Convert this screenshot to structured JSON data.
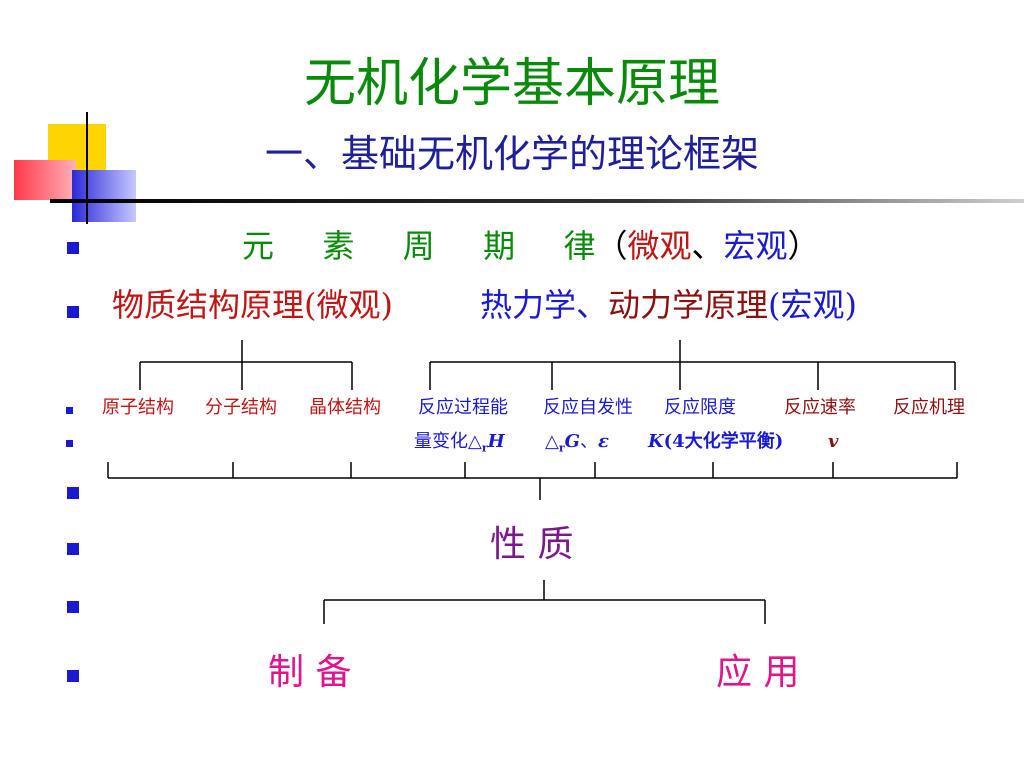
{
  "title": "无机化学基本原理",
  "subtitle": "一、基础无机化学的理论框架",
  "line1": {
    "chars": [
      "元",
      "素",
      "周",
      "期",
      "律"
    ],
    "paren_open": "（",
    "micro": "微观",
    "sep": "、",
    "macro": "宏观",
    "paren_close": "）"
  },
  "line2": {
    "left": "物质结构原理(微观)",
    "thermo": "热力学、",
    "kinetics": "动力学原理",
    "macro": "(宏观)"
  },
  "categories": {
    "c1": "原子结构",
    "c2": "分子结构",
    "c3": "晶体结构",
    "c4": "反应过程能",
    "c5": "反应自发性",
    "c6": "反应限度",
    "c7": "反应速率",
    "c8": "反应机理"
  },
  "sub": {
    "energy": "量变化△",
    "energy_sub": "r",
    "energy_var": "H",
    "gibbs_pre": "△",
    "gibbs_sub": "r",
    "gibbs_var": "G",
    "gibbs_sep": "、",
    "epsilon": "ε",
    "k_var": "K",
    "k_rest": "(4大化学平衡)",
    "v_var": "v"
  },
  "properties": "性 质",
  "preparation": "制 备",
  "application": "应 用",
  "colors": {
    "title": "#0a8a0a",
    "subtitle": "#1f1f9a",
    "bullet": "#1a1ad0",
    "micro_red": "#c01515",
    "macro_blue": "#1a1ad0",
    "kinetics_darkred": "#8b1010",
    "properties_purple": "#7a1a8a",
    "prep_magenta": "#e0158a"
  }
}
